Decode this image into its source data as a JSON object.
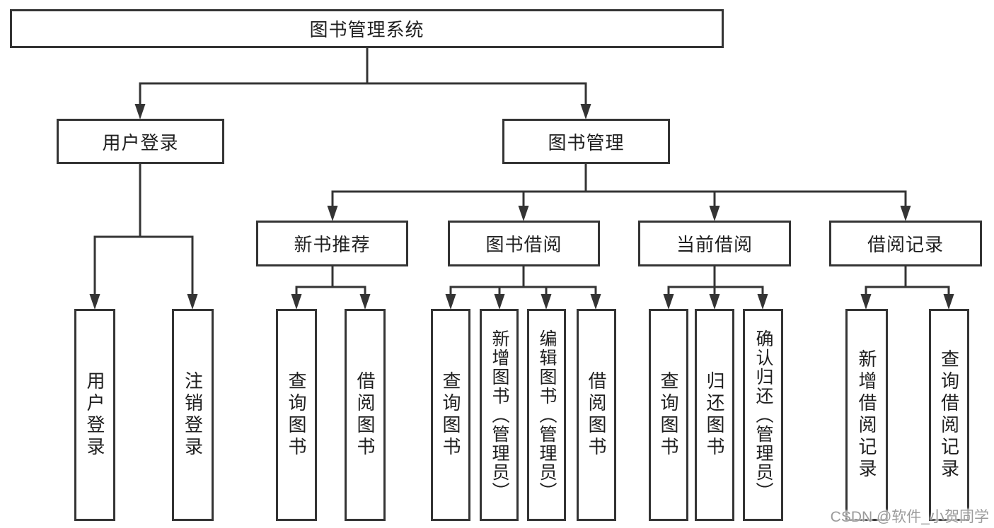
{
  "diagram": {
    "root": {
      "label": "图书管理系统"
    },
    "branches": [
      {
        "label": "用户登录",
        "children": [
          {
            "label": "用户登录"
          },
          {
            "label": "注销登录"
          }
        ]
      },
      {
        "label": "图书管理",
        "children": [
          {
            "label": "新书推荐",
            "children": [
              {
                "label": "查询图书"
              },
              {
                "label": "借阅图书"
              }
            ]
          },
          {
            "label": "图书借阅",
            "children": [
              {
                "label": "查询图书"
              },
              {
                "label": "新增图书（管理员）"
              },
              {
                "label": "编辑图书（管理员）"
              },
              {
                "label": "借阅图书"
              }
            ]
          },
          {
            "label": "当前借阅",
            "children": [
              {
                "label": "查询图书"
              },
              {
                "label": "归还图书"
              },
              {
                "label": "确认归还（管理员）"
              }
            ]
          },
          {
            "label": "借阅记录",
            "children": [
              {
                "label": "新增借阅记录"
              },
              {
                "label": "查询借阅记录"
              }
            ]
          }
        ]
      }
    ]
  },
  "watermark": {
    "text": "CSDN @软件_小贺同学"
  },
  "colors": {
    "line": "#343434",
    "text": "#1f1f1f",
    "watermark": "#9b9b9b",
    "background": "#ffffff"
  }
}
